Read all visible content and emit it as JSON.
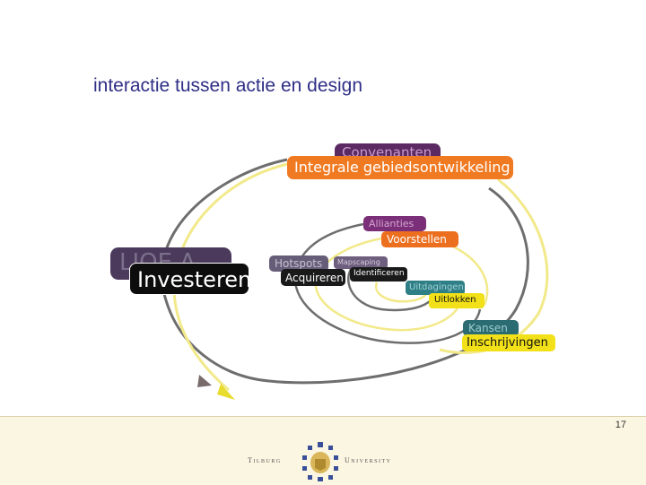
{
  "slide": {
    "title": "interactie tussen actie en design",
    "page_number": "17"
  },
  "diagram": {
    "labels": [
      {
        "id": "convenanten",
        "text": "Convenanten",
        "bg": "#5c2a63"
      },
      {
        "id": "integrale",
        "text": "Integrale gebiedsontwikkeling",
        "bg": "#f07a22"
      },
      {
        "id": "allianties",
        "text": "Allianties",
        "bg": "#7a2f78"
      },
      {
        "id": "voorstellen",
        "text": "Voorstellen",
        "bg": "#ec6f1f"
      },
      {
        "id": "lioeav",
        "text": "LIOE A",
        "bg": "#4b3a5c"
      },
      {
        "id": "investeren",
        "text": "Investeren",
        "bg": "#0d0d0d"
      },
      {
        "id": "hotspots",
        "text": "Hotspots",
        "bg": "#665e78"
      },
      {
        "id": "acquireren",
        "text": "Acquireren",
        "bg": "#1a1a1a"
      },
      {
        "id": "mapscaping",
        "text": "Mapscaping",
        "bg": "#6d5f7d"
      },
      {
        "id": "identificeren",
        "text": "Identificeren",
        "bg": "#1a1a1a"
      },
      {
        "id": "uitdagingen",
        "text": "Uitdagingen",
        "bg": "#2f7f86"
      },
      {
        "id": "uitlokken",
        "text": "Uitlokken",
        "bg": "#f2e018"
      },
      {
        "id": "kansen",
        "text": "Kansen",
        "bg": "#2b6c72"
      },
      {
        "id": "inschrijvingen",
        "text": "Inschrijvingen",
        "bg": "#f2e018"
      }
    ],
    "colors": {
      "dark_spiral": "#6e6e6e",
      "light_spiral": "#f2e98a",
      "arrow_head": "#e8dc2e"
    }
  },
  "footer": {
    "logo_left": "Tilburg",
    "logo_right": "University"
  }
}
